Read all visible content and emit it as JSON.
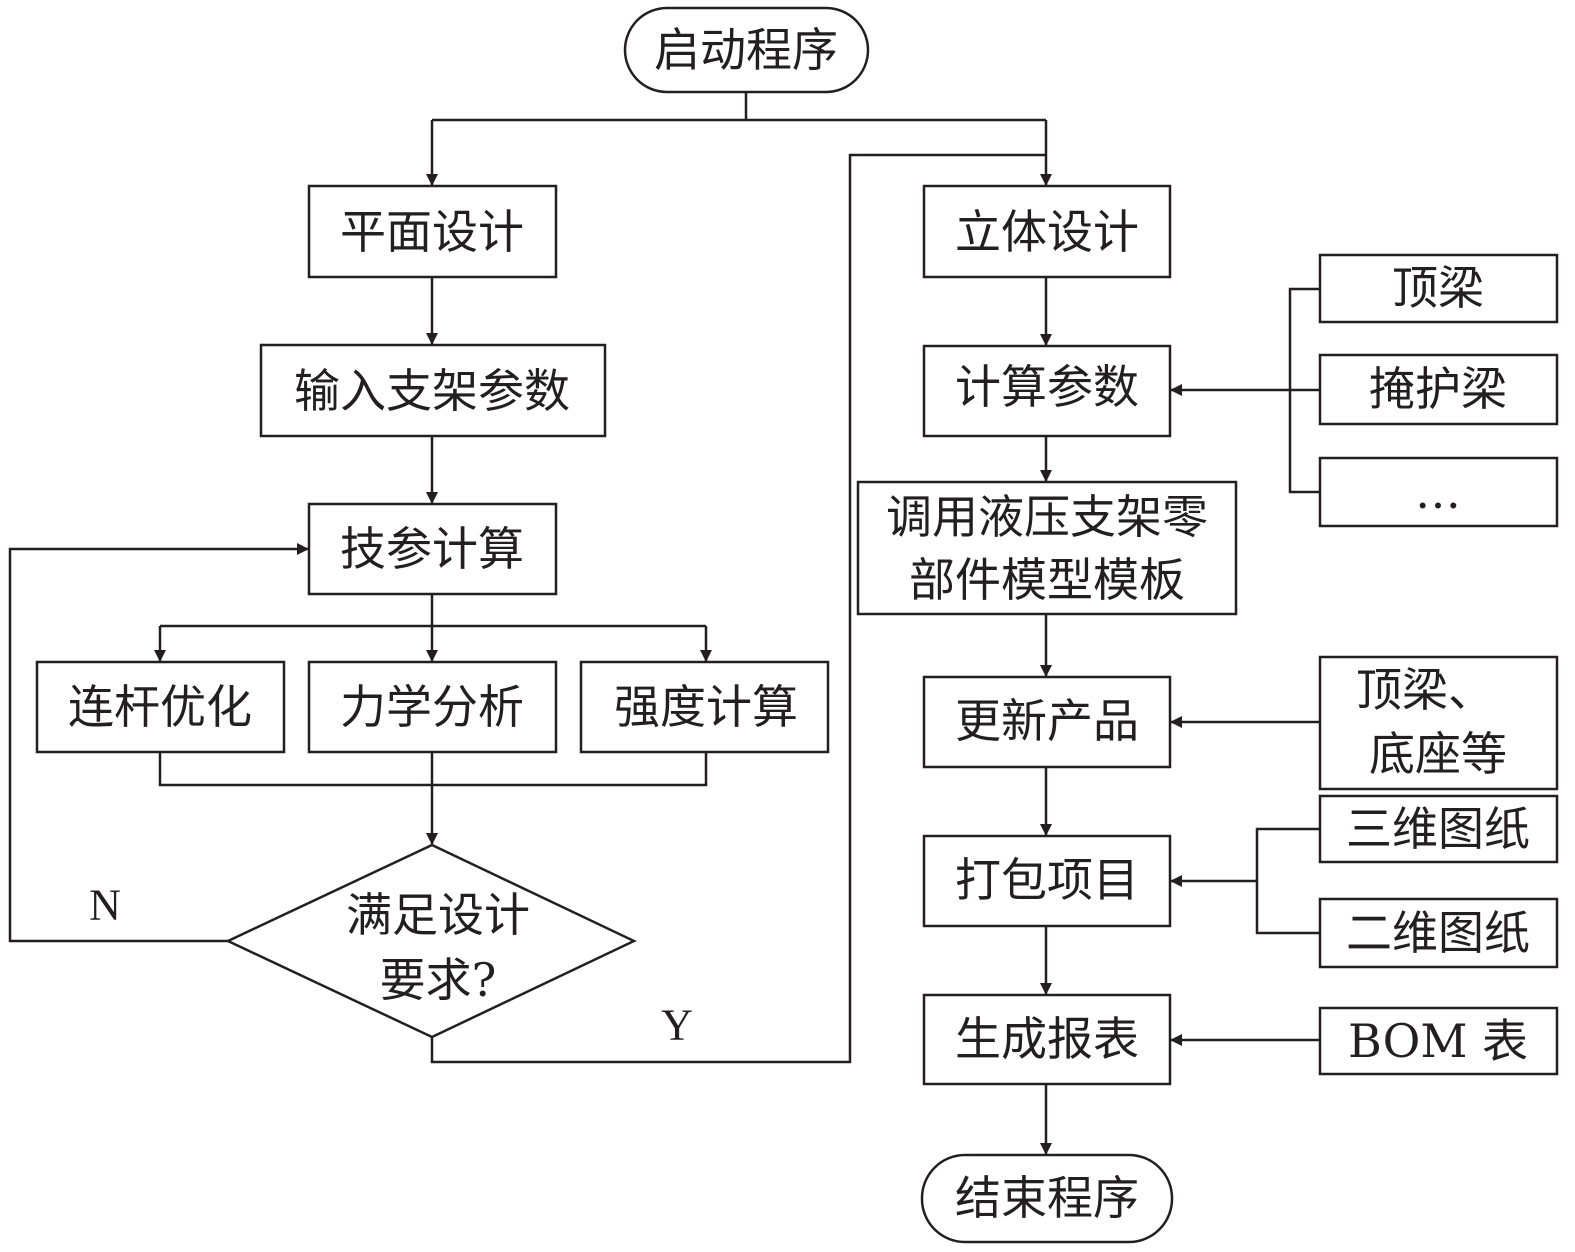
{
  "nodes": {
    "start": "启动程序",
    "plane_design": "平面设计",
    "input_params": "输入支架参数",
    "tech_calc": "技参计算",
    "linkage_opt": "连杆优化",
    "mechanics": "力学分析",
    "strength": "强度计算",
    "decision_line1": "满足设计",
    "decision_line2": "要求?",
    "solid_design": "立体设计",
    "calc_params": "计算参数",
    "call_template_line1": "调用液压支架零",
    "call_template_line2": "部件模型模板",
    "update_product": "更新产品",
    "package_project": "打包项目",
    "generate_report": "生成报表",
    "end": "结束程序"
  },
  "side_inputs": {
    "top_beam": "顶梁",
    "shield_beam": "掩护梁",
    "more": "…",
    "parts_line1": "顶梁、",
    "parts_line2": "底座等",
    "drawing_3d": "三维图纸",
    "drawing_2d": "二维图纸",
    "bom": "BOM 表"
  },
  "labels": {
    "no": "N",
    "yes": "Y"
  }
}
